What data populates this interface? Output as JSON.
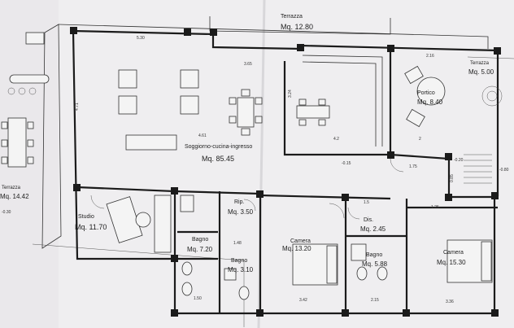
{
  "rooms": [
    {
      "name": "Terrazza",
      "area": "Mq. 12.80"
    },
    {
      "name": "Terrazza",
      "area": "Mq. 5.00"
    },
    {
      "name": "Portico",
      "area": "Mq. 8.40"
    },
    {
      "name": "Soggiorno-cucina-ingresso",
      "area": "Mq. 85.45"
    },
    {
      "name": "Terrazza",
      "area": "Mq. 14.42"
    },
    {
      "name": "Studio",
      "area": "Mq. 11.70"
    },
    {
      "name": "Rip.",
      "area": "Mq. 3.50"
    },
    {
      "name": "Bagno",
      "area": "Mq. 7.20"
    },
    {
      "name": "Bagno",
      "area": "Mq. 3.10"
    },
    {
      "name": "Camera",
      "area": "Mq. 13.20"
    },
    {
      "name": "Dis.",
      "area": "Mq. 2.45"
    },
    {
      "name": "Bagno",
      "area": "Mq. 5.88"
    },
    {
      "name": "Camera",
      "area": "Mq. 15.30"
    }
  ],
  "dimensions": {
    "living_width": "5.30",
    "living_depth": "4.71",
    "kitchen_width": "3.65",
    "kitchen_depth": "4.2",
    "kitchen_inner": "3.24",
    "portico_width": "2.16",
    "living_height": "4.61",
    "level_a": "-0.15",
    "level_b": "-0.20",
    "level_c": "-0.80",
    "level_d": "-0.30",
    "door_a": "1.75",
    "door_b": "1.5",
    "bath_width": "1.50",
    "bath_depth": "1.48",
    "camera_width": "3.42",
    "corridor": "2.15",
    "camera2_width": "3.36",
    "stair_step": "0.85",
    "side_a": "2",
    "side_b": "1.25"
  }
}
